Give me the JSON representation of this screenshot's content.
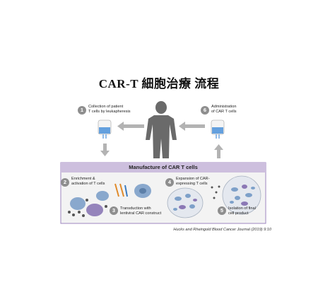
{
  "title": "CAR-T 細胞治療 流程",
  "manufacture": {
    "title": "Manufacture of CAR T cells"
  },
  "steps": [
    {
      "num": "1",
      "text": "Collection of patient\nT cells by leukapheresis"
    },
    {
      "num": "2",
      "text": "Enrichment &\nactivation of T cells"
    },
    {
      "num": "3",
      "text": "Transduction with\nlentiviral CAR construct"
    },
    {
      "num": "4",
      "text": "Expansion of CAR-\nexpressing T cells"
    },
    {
      "num": "5",
      "text": "Isolation of final\ncell product"
    },
    {
      "num": "6",
      "text": "Administration\nof CAR T cells"
    }
  ],
  "citation": "Hucks and Rheingold Blood Cancer Journal (2019) 9:10",
  "colors": {
    "accent": "#cdbfde",
    "panel_border": "#9c86bf",
    "blood_bag": "#4a90d9",
    "arrow": "#b3b3b3"
  }
}
